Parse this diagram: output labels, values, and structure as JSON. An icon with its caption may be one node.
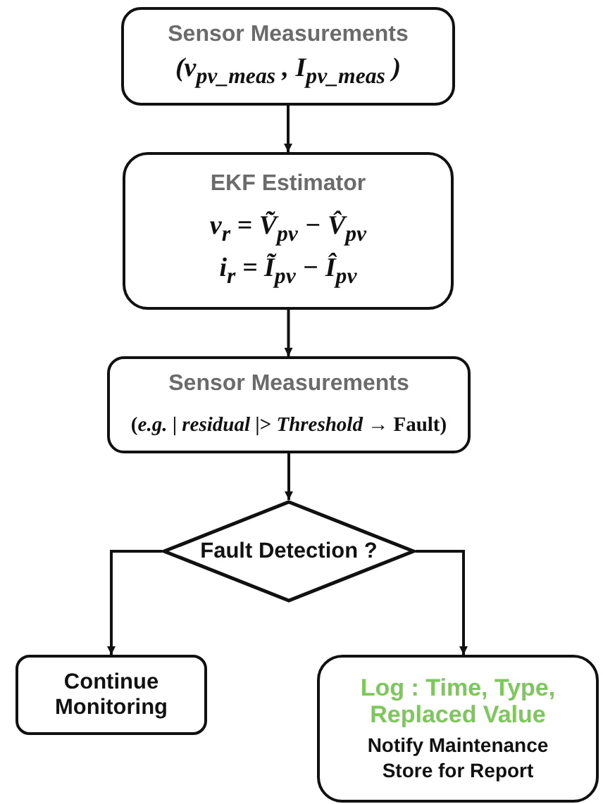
{
  "diagram": {
    "nodes": [
      {
        "text": [
          "Sensor Measurements",
          "(v$_{pv_meas}$ , I$_{pv_meas}$ )"
        ]
      },
      {
        "text": [
          "EKF   Estimator",
          "v$_{r}$ = Ṽ$_{pv}$ − V̂$_{pv}$",
          "i$_{r}$  = Ĩ$_{pv}$ − Î$_{pv}$"
        ]
      },
      {
        "text": [
          "Sensor Measurements",
          "(*e.g.* | *residual* |> *Threshold* → Fault)"
        ]
      },
      {
        "text": [
          "Fault Detection ?"
        ]
      },
      {
        "text": [
          "Continue Monitoring"
        ]
      },
      {
        "text": [
          "Log : Time, Type, Replaced Value",
          "Notify Maintenance",
          "Store for Report"
        ]
      }
    ],
    "edges": [
      {
        "from": 0,
        "to": 1,
        "arrow": "to"
      },
      {
        "from": 1,
        "to": 2,
        "arrow": "to"
      },
      {
        "from": 2,
        "to": 3,
        "arrow": "to"
      },
      {
        "from": 3,
        "to": 4,
        "arrow": "to"
      },
      {
        "from": 3,
        "to": 5,
        "arrow": "to"
      }
    ]
  }
}
